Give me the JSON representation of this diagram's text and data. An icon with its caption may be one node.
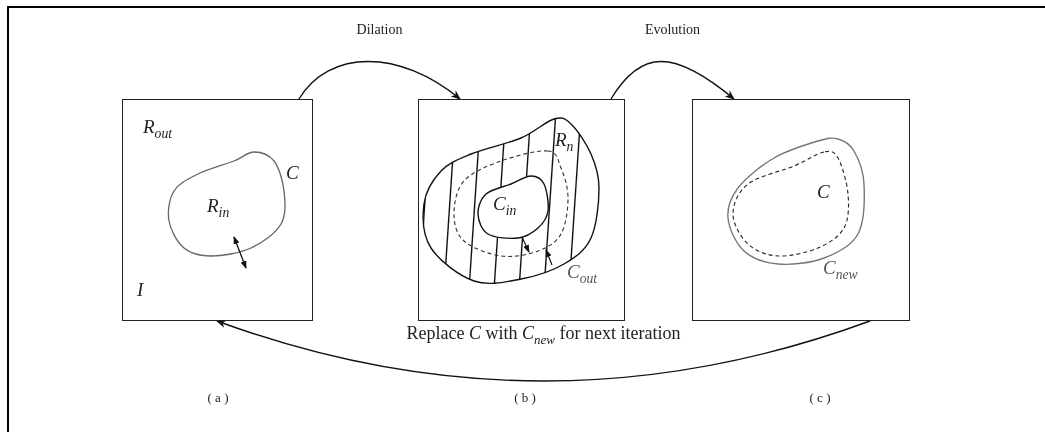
{
  "diagram": {
    "nodes": [
      {
        "text": [
          "R$_{out}$",
          "C",
          "R$_{in}$",
          "I"
        ]
      },
      {
        "text": [
          "R$_{n}$",
          "C$_{in}$",
          "C$_{out}$"
        ]
      },
      {
        "text": [
          "C",
          "C$_{new}$"
        ]
      }
    ],
    "labels": [
      "( a )",
      "( b )",
      "( c )"
    ],
    "edges": [
      {
        "from": 0,
        "to": 1,
        "arrow": "to",
        "label": "Dilation"
      },
      {
        "from": 1,
        "to": 2,
        "arrow": "to",
        "label": "Evolution"
      },
      {
        "from": 2,
        "to": 0,
        "arrow": "to",
        "label": "Replace *C* with *C*$_{new}$ for next iteration"
      }
    ]
  }
}
